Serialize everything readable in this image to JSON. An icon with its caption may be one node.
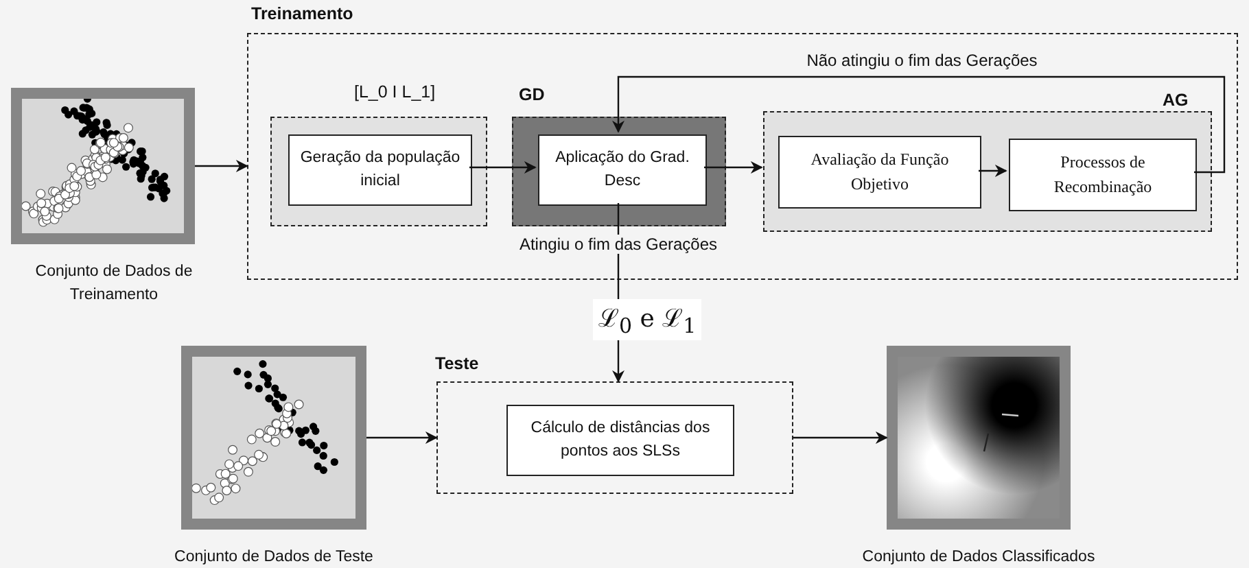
{
  "diagram": {
    "nodes": [
      {
        "text": [
          "Treinamento"
        ]
      },
      {
        "text": [
          "[L_0 I L_1]"
        ],
        "in": 0
      },
      {
        "text": [
          "Geração da população inicial"
        ],
        "in": 1
      },
      {
        "text": [
          "GD"
        ],
        "in": 0
      },
      {
        "text": [
          "Aplicação do Grad. Desc"
        ],
        "in": 3
      },
      {
        "text": [
          "AG"
        ],
        "in": 0
      },
      {
        "text": [
          "Avaliação da Função Objetivo"
        ],
        "in": 5
      },
      {
        "text": [
          "Processos de Recombinação"
        ],
        "in": 5
      },
      {
        "text": [],
        "shape": "picture",
        "beside": [
          "Conjunto de Dados de Treinamento"
        ]
      },
      {
        "text": [
          "Teste"
        ]
      },
      {
        "text": [
          "Cálculo de distâncias dos pontos aos SLSs"
        ],
        "in": 9
      },
      {
        "text": [],
        "shape": "picture",
        "beside": [
          "Conjunto de Dados de Teste"
        ]
      },
      {
        "text": [],
        "shape": "picture",
        "beside": [
          "Conjunto de Dados Classificados"
        ]
      }
    ],
    "edges": [
      {
        "from": 8,
        "to": 0,
        "arrow": "to"
      },
      {
        "from": 2,
        "to": 4,
        "arrow": "to"
      },
      {
        "from": 4,
        "to": 5,
        "arrow": "to"
      },
      {
        "from": 6,
        "to": 7,
        "arrow": "to"
      },
      {
        "from": 7,
        "to": 4,
        "arrow": "to",
        "label": "Não atingiu o fim das Gerações"
      },
      {
        "from": 4,
        "to": 9,
        "arrow": "to",
        "label": "Atingiu o fim das Gerações"
      },
      {
        "from": 11,
        "to": 9,
        "arrow": "to"
      },
      {
        "from": 9,
        "to": 12,
        "arrow": "to"
      }
    ],
    "labels": [
      "ℒ$_{0}$ e ℒ$_{1}$"
    ]
  }
}
